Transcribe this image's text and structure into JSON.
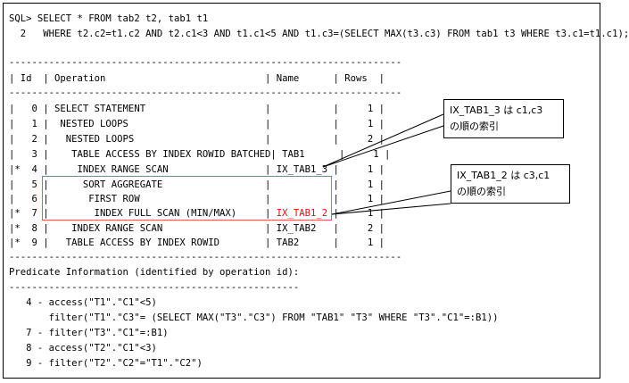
{
  "sql": {
    "line1": "SQL> SELECT * FROM tab2 t2, tab1 t1",
    "line2": "  2   WHERE t2.c2=t1.c2 AND t2.c1<3 AND t1.c1<5 AND t1.c3=(SELECT MAX(t3.c3) FROM tab1 t3 WHERE t3.c1=t1.c1);"
  },
  "plan": {
    "separator": "---------------------------------------------------------------------",
    "header": "| Id  | Operation                            | Name      | Rows  |",
    "rows": [
      {
        "pre": "|   0 | SELECT STATEMENT                     |           ",
        "name": "",
        "post": "|     1 |"
      },
      {
        "pre": "|   1 |  NESTED LOOPS                        |           ",
        "name": "",
        "post": "|     1 |"
      },
      {
        "pre": "|   2 |   NESTED LOOPS                       |           ",
        "name": "",
        "post": "|     2 |"
      },
      {
        "pre": "|   3 |    TABLE ACCESS BY INDEX ROWID BATCHED| ",
        "name": "TAB1",
        "post": "      |     1 |"
      },
      {
        "pre": "|*  4 |     INDEX RANGE SCAN                 | ",
        "name": "IX_TAB1_3",
        "post": " |     1 |"
      },
      {
        "pre": "|   5 |      SORT AGGREGATE                  |           ",
        "name": "",
        "post": "|     1 |"
      },
      {
        "pre": "|   6 |       FIRST ROW                      |           ",
        "name": "",
        "post": "|     1 |"
      },
      {
        "pre": "|*  7 |        INDEX FULL SCAN (MIN/MAX)     | ",
        "name": "IX_TAB1_2",
        "post": " |     1 |"
      },
      {
        "pre": "|*  8 |    INDEX RANGE SCAN                  | ",
        "name": "IX_TAB2",
        "post": "   |     2 |"
      },
      {
        "pre": "|*  9 |   TABLE ACCESS BY INDEX ROWID        | ",
        "name": "TAB2",
        "post": "      |     1 |"
      }
    ]
  },
  "predicate": {
    "title": "Predicate Information (identified by operation id):",
    "separator": "---------------------------------------------------",
    "lines": [
      "   4 - access(\"T1\".\"C1\"<5)",
      "       filter(\"T1\".\"C3\"= (SELECT MAX(\"T3\".\"C3\") FROM \"TAB1\" \"T3\" WHERE \"T3\".\"C1\"=:B1))",
      "   7 - filter(\"T3\".\"C1\"=:B1)",
      "   8 - access(\"T2\".\"C1\"<3)",
      "   9 - filter(\"T2\".\"C2\"=\"T1\".\"C2\")"
    ]
  },
  "callouts": [
    {
      "line1": "IX_TAB1_3 は c1,c3",
      "line2": "の順の索引"
    },
    {
      "line1": "IX_TAB1_2 は c3,c1",
      "line2": "の順の索引"
    }
  ],
  "colors": {
    "highlight": "#d01818",
    "box_border": "#e06060"
  }
}
